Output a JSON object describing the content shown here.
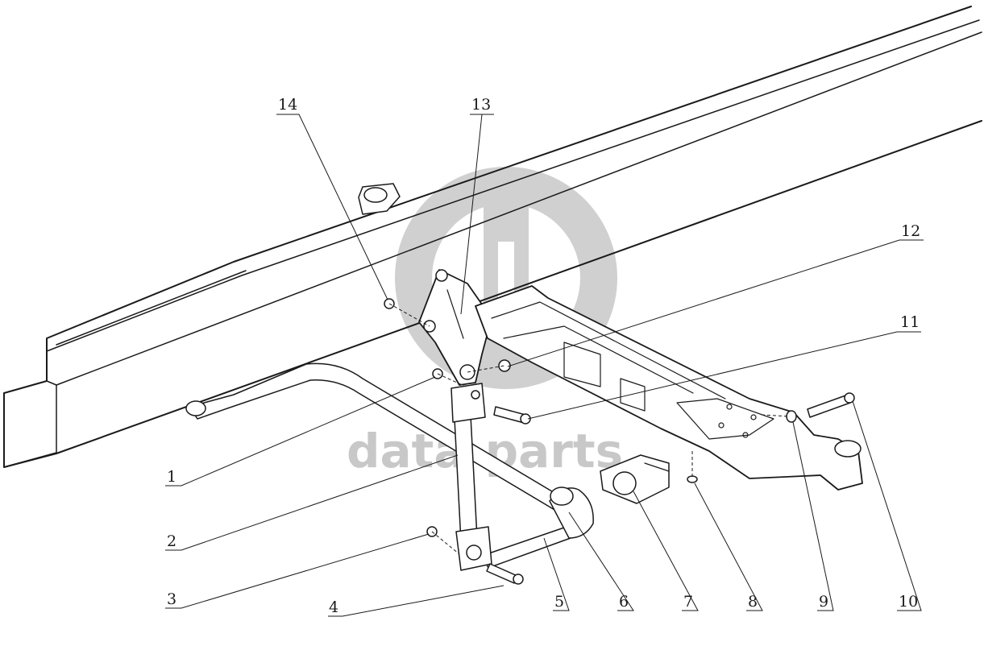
{
  "diagram": {
    "watermark": {
      "text": "data-parts",
      "color": "#c8c8c8"
    },
    "callouts": [
      {
        "id": "1",
        "label": "1"
      },
      {
        "id": "2",
        "label": "2"
      },
      {
        "id": "3",
        "label": "3"
      },
      {
        "id": "4",
        "label": "4"
      },
      {
        "id": "5",
        "label": "5"
      },
      {
        "id": "6",
        "label": "6"
      },
      {
        "id": "7",
        "label": "7"
      },
      {
        "id": "8",
        "label": "8"
      },
      {
        "id": "9",
        "label": "9"
      },
      {
        "id": "10",
        "label": "10"
      },
      {
        "id": "11",
        "label": "11"
      },
      {
        "id": "12",
        "label": "12"
      },
      {
        "id": "13",
        "label": "13"
      },
      {
        "id": "14",
        "label": "14"
      }
    ],
    "colors": {
      "line": "#1a1a1a",
      "background": "#ffffff",
      "watermark": "#c8c8c8"
    }
  }
}
